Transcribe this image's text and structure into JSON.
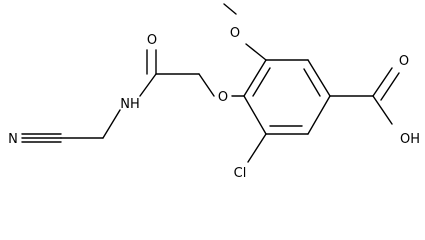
{
  "molecule": {
    "atoms": {
      "o_methoxy": "O",
      "o_carbonyl": "O",
      "nh": "NH",
      "n_nitrile": "N",
      "o_ether": "O",
      "o_acid": "O",
      "oh_acid": "OH",
      "cl": "Cl"
    }
  }
}
